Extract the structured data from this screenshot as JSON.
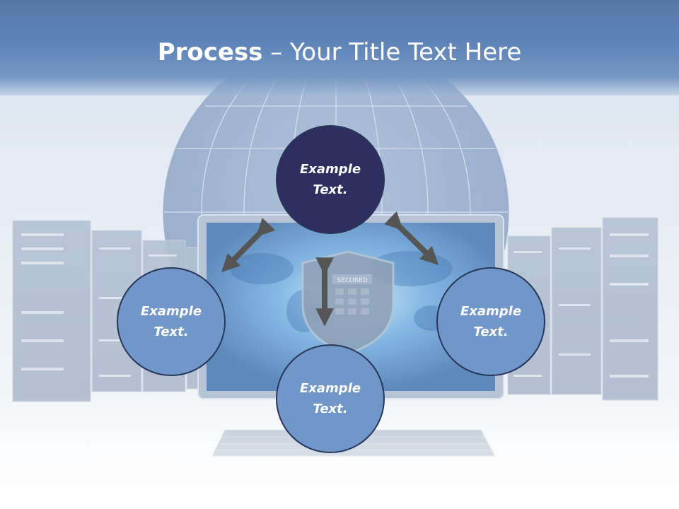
{
  "title": {
    "bold": "Process",
    "rest": " – Your Title Text Here"
  },
  "nodes": {
    "top": "Example Text.",
    "left": "Example Text.",
    "right": "Example Text.",
    "bottom": "Example Text."
  },
  "background": {
    "screen_badge": "SECURED"
  },
  "colors": {
    "header": "#5e83b8",
    "node_dark": "#2e2f60",
    "node_light": "#7196c9",
    "node_border": "#27375a",
    "arrow": "#555555"
  }
}
